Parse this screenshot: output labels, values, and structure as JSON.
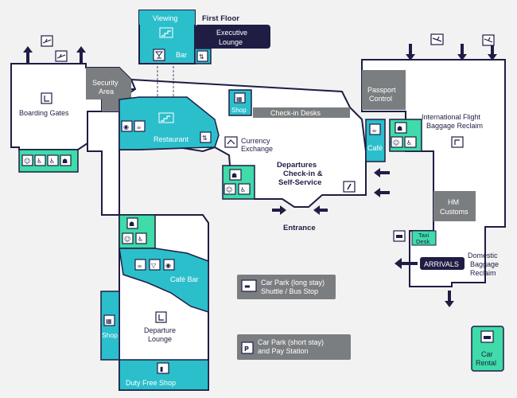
{
  "colors": {
    "navy": "#1f1d44",
    "teal": "#2bbfcc",
    "mint": "#3fdba8",
    "gray": "#7b7e80",
    "wall": "#ffffff",
    "background": "#f2f2f2"
  },
  "labels": {
    "viewing": "Viewing",
    "first_floor": "First Floor",
    "executive_lounge_1": "Executive",
    "executive_lounge_2": "Lounge",
    "bar": "Bar",
    "security_1": "Security",
    "security_2": "Area",
    "boarding_gates": "Boarding Gates",
    "restaurant": "Restaurant",
    "shop_top": "Shop",
    "checkin_desks": "Check-in Desks",
    "currency_1": "Currency",
    "currency_2": "Exchange",
    "departures_1": "Departures",
    "departures_2": "Check-in &",
    "departures_3": "Self-Service",
    "entrance": "Entrance",
    "passport_1": "Passport",
    "passport_2": "Control",
    "cafe_right": "Café",
    "intl_1": "International Flight",
    "intl_2": "Baggage Reclaim",
    "hm_1": "HM",
    "hm_2": "Customs",
    "taxi_1": "Taxi",
    "taxi_2": "Desk",
    "arrivals": "ARRIVALS",
    "domestic_1": "Domestic",
    "domestic_2": "Baggage",
    "domestic_3": "Reclaim",
    "cafe_bar": "Café Bar",
    "departure_lounge_1": "Departure",
    "departure_lounge_2": "Lounge",
    "shop_left": "Shop",
    "duty_free": "Duty Free Shop",
    "car_park_long_1": "Car Park (long stay)",
    "car_park_long_2": "Shuttle / Bus Stop",
    "car_park_short_1": "Car Park (short stay)",
    "car_park_short_2": "and Pay Station",
    "car_rental_1": "Car",
    "car_rental_2": "Rental"
  },
  "icons": [
    "plane-icon",
    "toilets-icon",
    "accessible-icon",
    "baby-change-icon",
    "cup-icon",
    "food-icon",
    "drink-icon",
    "shop-icon",
    "stairs-icon",
    "lift-icon",
    "info-icon",
    "car-icon",
    "bus-icon",
    "parking-icon"
  ]
}
